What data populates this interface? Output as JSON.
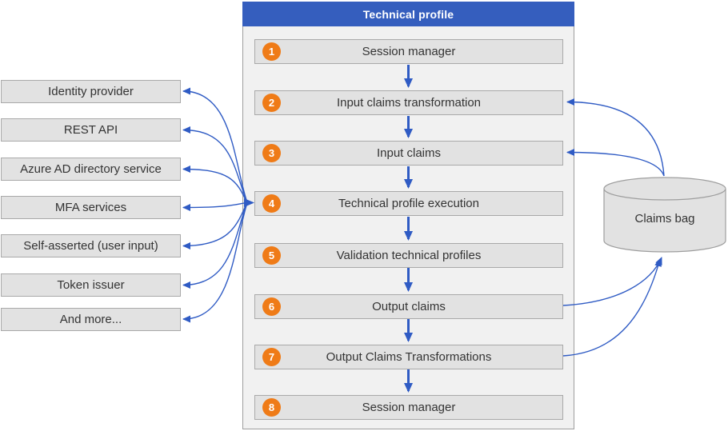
{
  "panel": {
    "title": "Technical profile"
  },
  "steps": [
    {
      "num": "1",
      "label": "Session manager"
    },
    {
      "num": "2",
      "label": "Input claims transformation"
    },
    {
      "num": "3",
      "label": "Input claims"
    },
    {
      "num": "4",
      "label": "Technical profile execution"
    },
    {
      "num": "5",
      "label": "Validation technical profiles"
    },
    {
      "num": "6",
      "label": "Output claims"
    },
    {
      "num": "7",
      "label": "Output Claims Transformations"
    },
    {
      "num": "8",
      "label": "Session manager"
    }
  ],
  "sources": [
    "Identity provider",
    "REST API",
    "Azure AD directory service",
    "MFA services",
    "Self-asserted (user input)",
    "Token issuer",
    "And more..."
  ],
  "claims_bag": {
    "label": "Claims bag"
  },
  "colors": {
    "header_blue": "#355EBE",
    "arrow_blue": "#2F5BC4",
    "badge_orange": "#EF7B17",
    "box_fill": "#E2E2E2",
    "box_border": "#A9A9A9",
    "panel_fill": "#F1F1F1",
    "panel_border": "#9E9E9E",
    "text": "#333333"
  }
}
